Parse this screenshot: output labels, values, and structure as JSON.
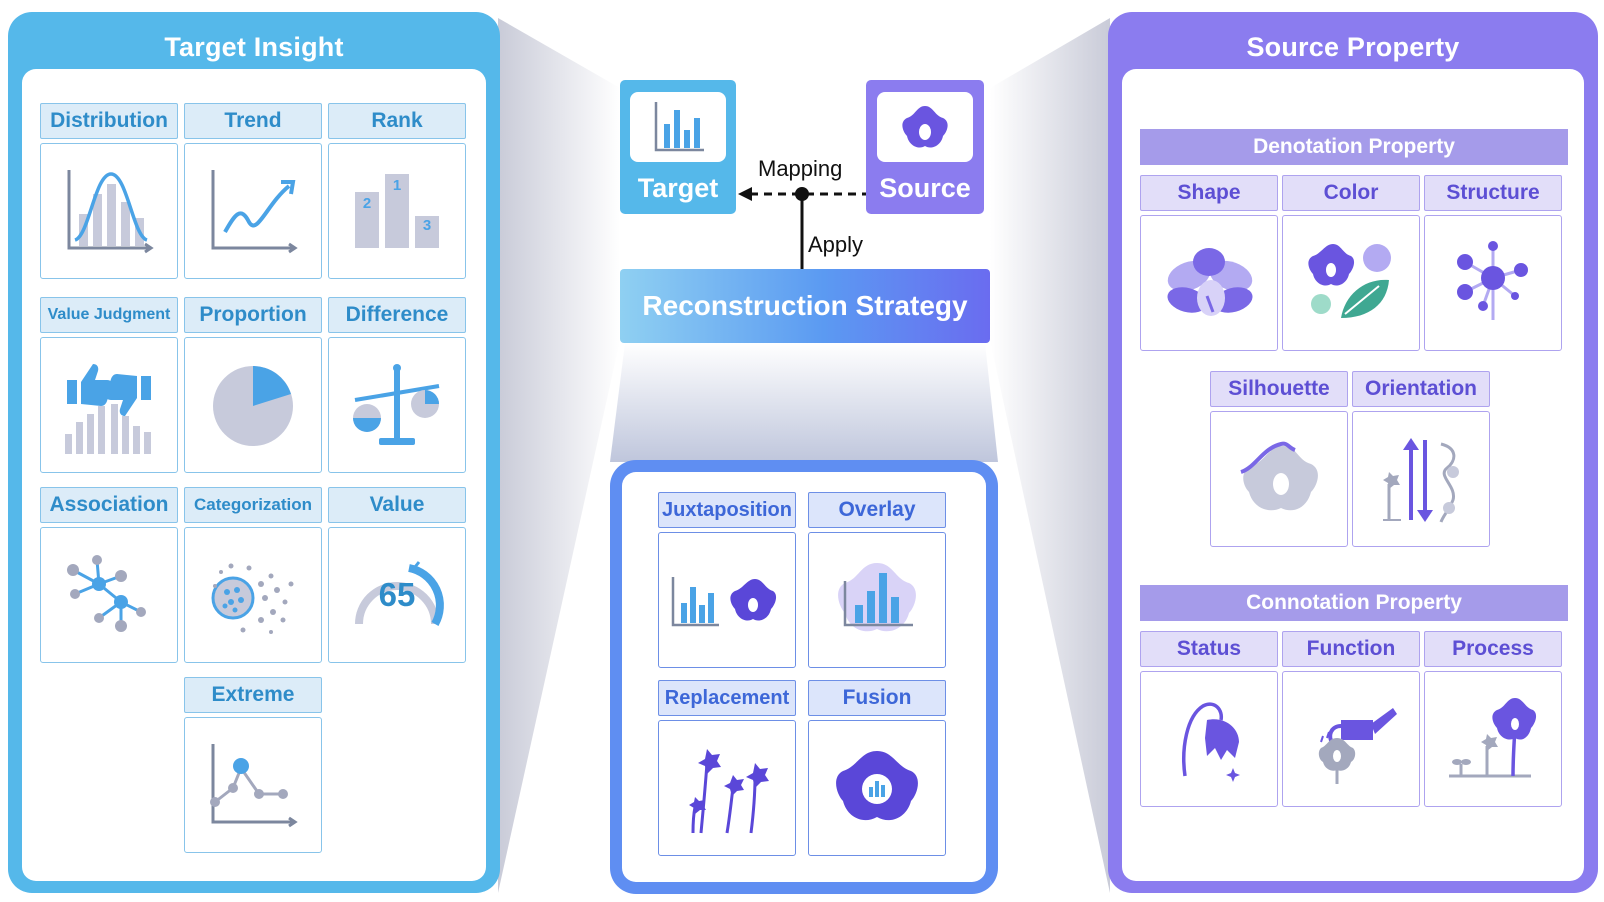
{
  "left_panel": {
    "title": "Target Insight",
    "cells": [
      {
        "label": "Distribution",
        "icon": "distribution-chart-icon"
      },
      {
        "label": "Trend",
        "icon": "trend-line-icon"
      },
      {
        "label": "Rank",
        "icon": "rank-podium-icon"
      },
      {
        "label": "Value Judgment",
        "icon": "thumbs-up-down-icon"
      },
      {
        "label": "Proportion",
        "icon": "pie-chart-icon"
      },
      {
        "label": "Difference",
        "icon": "balance-scale-icon"
      },
      {
        "label": "Association",
        "icon": "network-graph-icon"
      },
      {
        "label": "Categorization",
        "icon": "cluster-dots-icon"
      },
      {
        "label": "Value",
        "icon": "gauge-icon",
        "gauge_value": "65"
      },
      {
        "label": "Extreme",
        "icon": "extreme-point-icon"
      }
    ]
  },
  "center": {
    "target_label": "Target",
    "source_label": "Source",
    "mapping_label": "Mapping",
    "apply_label": "Apply",
    "strategy_label": "Reconstruction Strategy",
    "cells": [
      {
        "label": "Juxtaposition",
        "icon": "juxtaposition-icon"
      },
      {
        "label": "Overlay",
        "icon": "overlay-icon"
      },
      {
        "label": "Replacement",
        "icon": "replacement-flowers-icon"
      },
      {
        "label": "Fusion",
        "icon": "fusion-flower-icon"
      }
    ]
  },
  "right_panel": {
    "title": "Source Property",
    "denotation_header": "Denotation Property",
    "connotation_header": "Connotation Property",
    "denotation_cells": [
      {
        "label": "Shape",
        "icon": "flower-shape-icon"
      },
      {
        "label": "Color",
        "icon": "flower-color-icon"
      },
      {
        "label": "Structure",
        "icon": "flower-structure-icon"
      },
      {
        "label": "Silhouette",
        "icon": "flower-silhouette-icon"
      },
      {
        "label": "Orientation",
        "icon": "orientation-arrows-icon"
      }
    ],
    "connotation_cells": [
      {
        "label": "Status",
        "icon": "wilted-flower-icon"
      },
      {
        "label": "Function",
        "icon": "watering-can-icon"
      },
      {
        "label": "Process",
        "icon": "growth-process-icon"
      }
    ]
  },
  "colors": {
    "left_accent": "#55b8ea",
    "right_accent": "#8b7cef",
    "mid_accent": "#5f8ef2"
  }
}
